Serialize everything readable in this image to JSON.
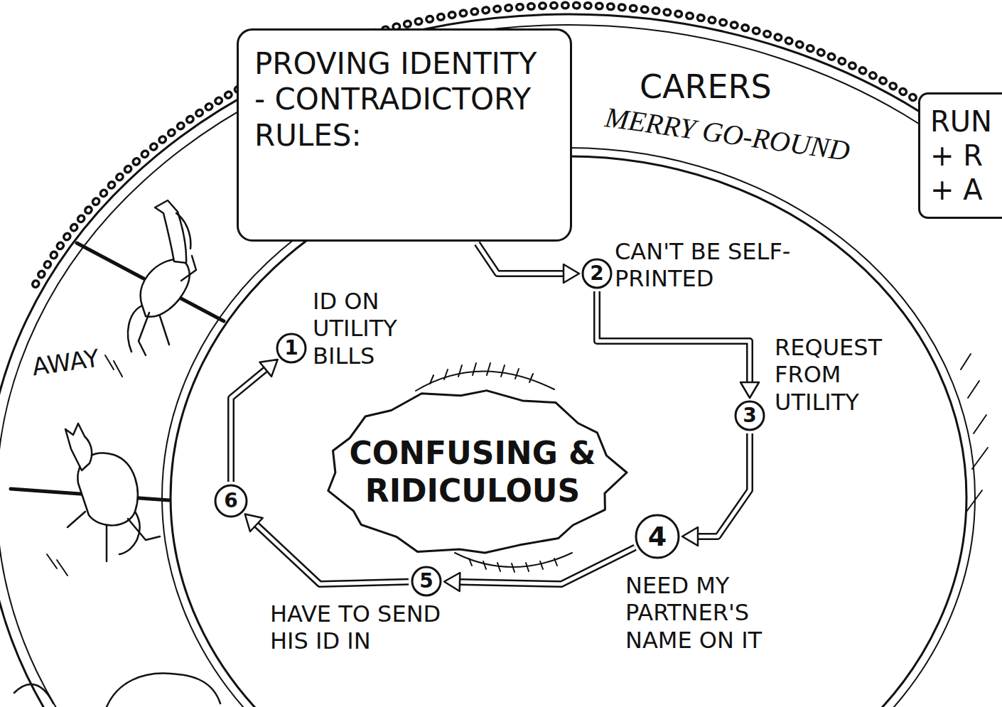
{
  "diagram": {
    "nodes": [
      {
        "text": [
          "PROVING IDENTITY - CONTRADICTORY RULES:"
        ]
      },
      {
        "text": [
          "1"
        ]
      },
      {
        "text": [
          "2"
        ]
      },
      {
        "text": [
          "3"
        ]
      },
      {
        "text": [
          "4"
        ]
      },
      {
        "text": [
          "5"
        ]
      },
      {
        "text": [
          "6"
        ]
      },
      {
        "text": [
          "CONFUSING & RIDICULOUS"
        ]
      },
      {
        "text": [
          "RUN + R + A"
        ]
      }
    ],
    "edges": [
      {
        "from": 0,
        "to": 2,
        "arrow": "to"
      },
      {
        "from": 2,
        "to": 3,
        "arrow": "to"
      },
      {
        "from": 3,
        "to": 4,
        "arrow": "to"
      },
      {
        "from": 4,
        "to": 5,
        "arrow": "to"
      },
      {
        "from": 5,
        "to": 6,
        "arrow": "to"
      },
      {
        "from": 6,
        "to": 1,
        "arrow": "to"
      }
    ],
    "labels": [
      "ID ON UTILITY BILLS",
      "CAN'T BE SELF-PRINTED",
      "REQUEST FROM UTILITY",
      "NEED MY PARTNER'S NAME ON IT",
      "HAVE TO SEND HIS ID IN",
      "CARERS",
      "MERRY GO-ROUND",
      "AWAY"
    ]
  }
}
